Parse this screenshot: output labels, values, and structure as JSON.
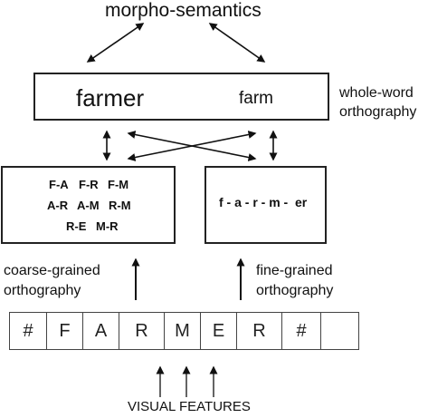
{
  "top_label": "morpho-semantics",
  "whole_word": {
    "word1": "farmer",
    "word2": "farm",
    "label_line1": "whole-word",
    "label_line2": "orthography"
  },
  "coarse": {
    "rows": [
      [
        "F-A",
        "F-R",
        "F-M"
      ],
      [
        "A-R",
        "A-M",
        "R-M"
      ],
      [
        "R-E",
        "M-R"
      ]
    ],
    "label_line1": "coarse-grained",
    "label_line2": "orthography"
  },
  "fine": {
    "sequence": "f - a - r - m -  er",
    "label_line1": "fine-grained",
    "label_line2": "orthography"
  },
  "letters": [
    "#",
    "F",
    "A",
    "R",
    "M",
    "E",
    "R",
    "#",
    ""
  ],
  "bottom_label": "VISUAL FEATURES"
}
